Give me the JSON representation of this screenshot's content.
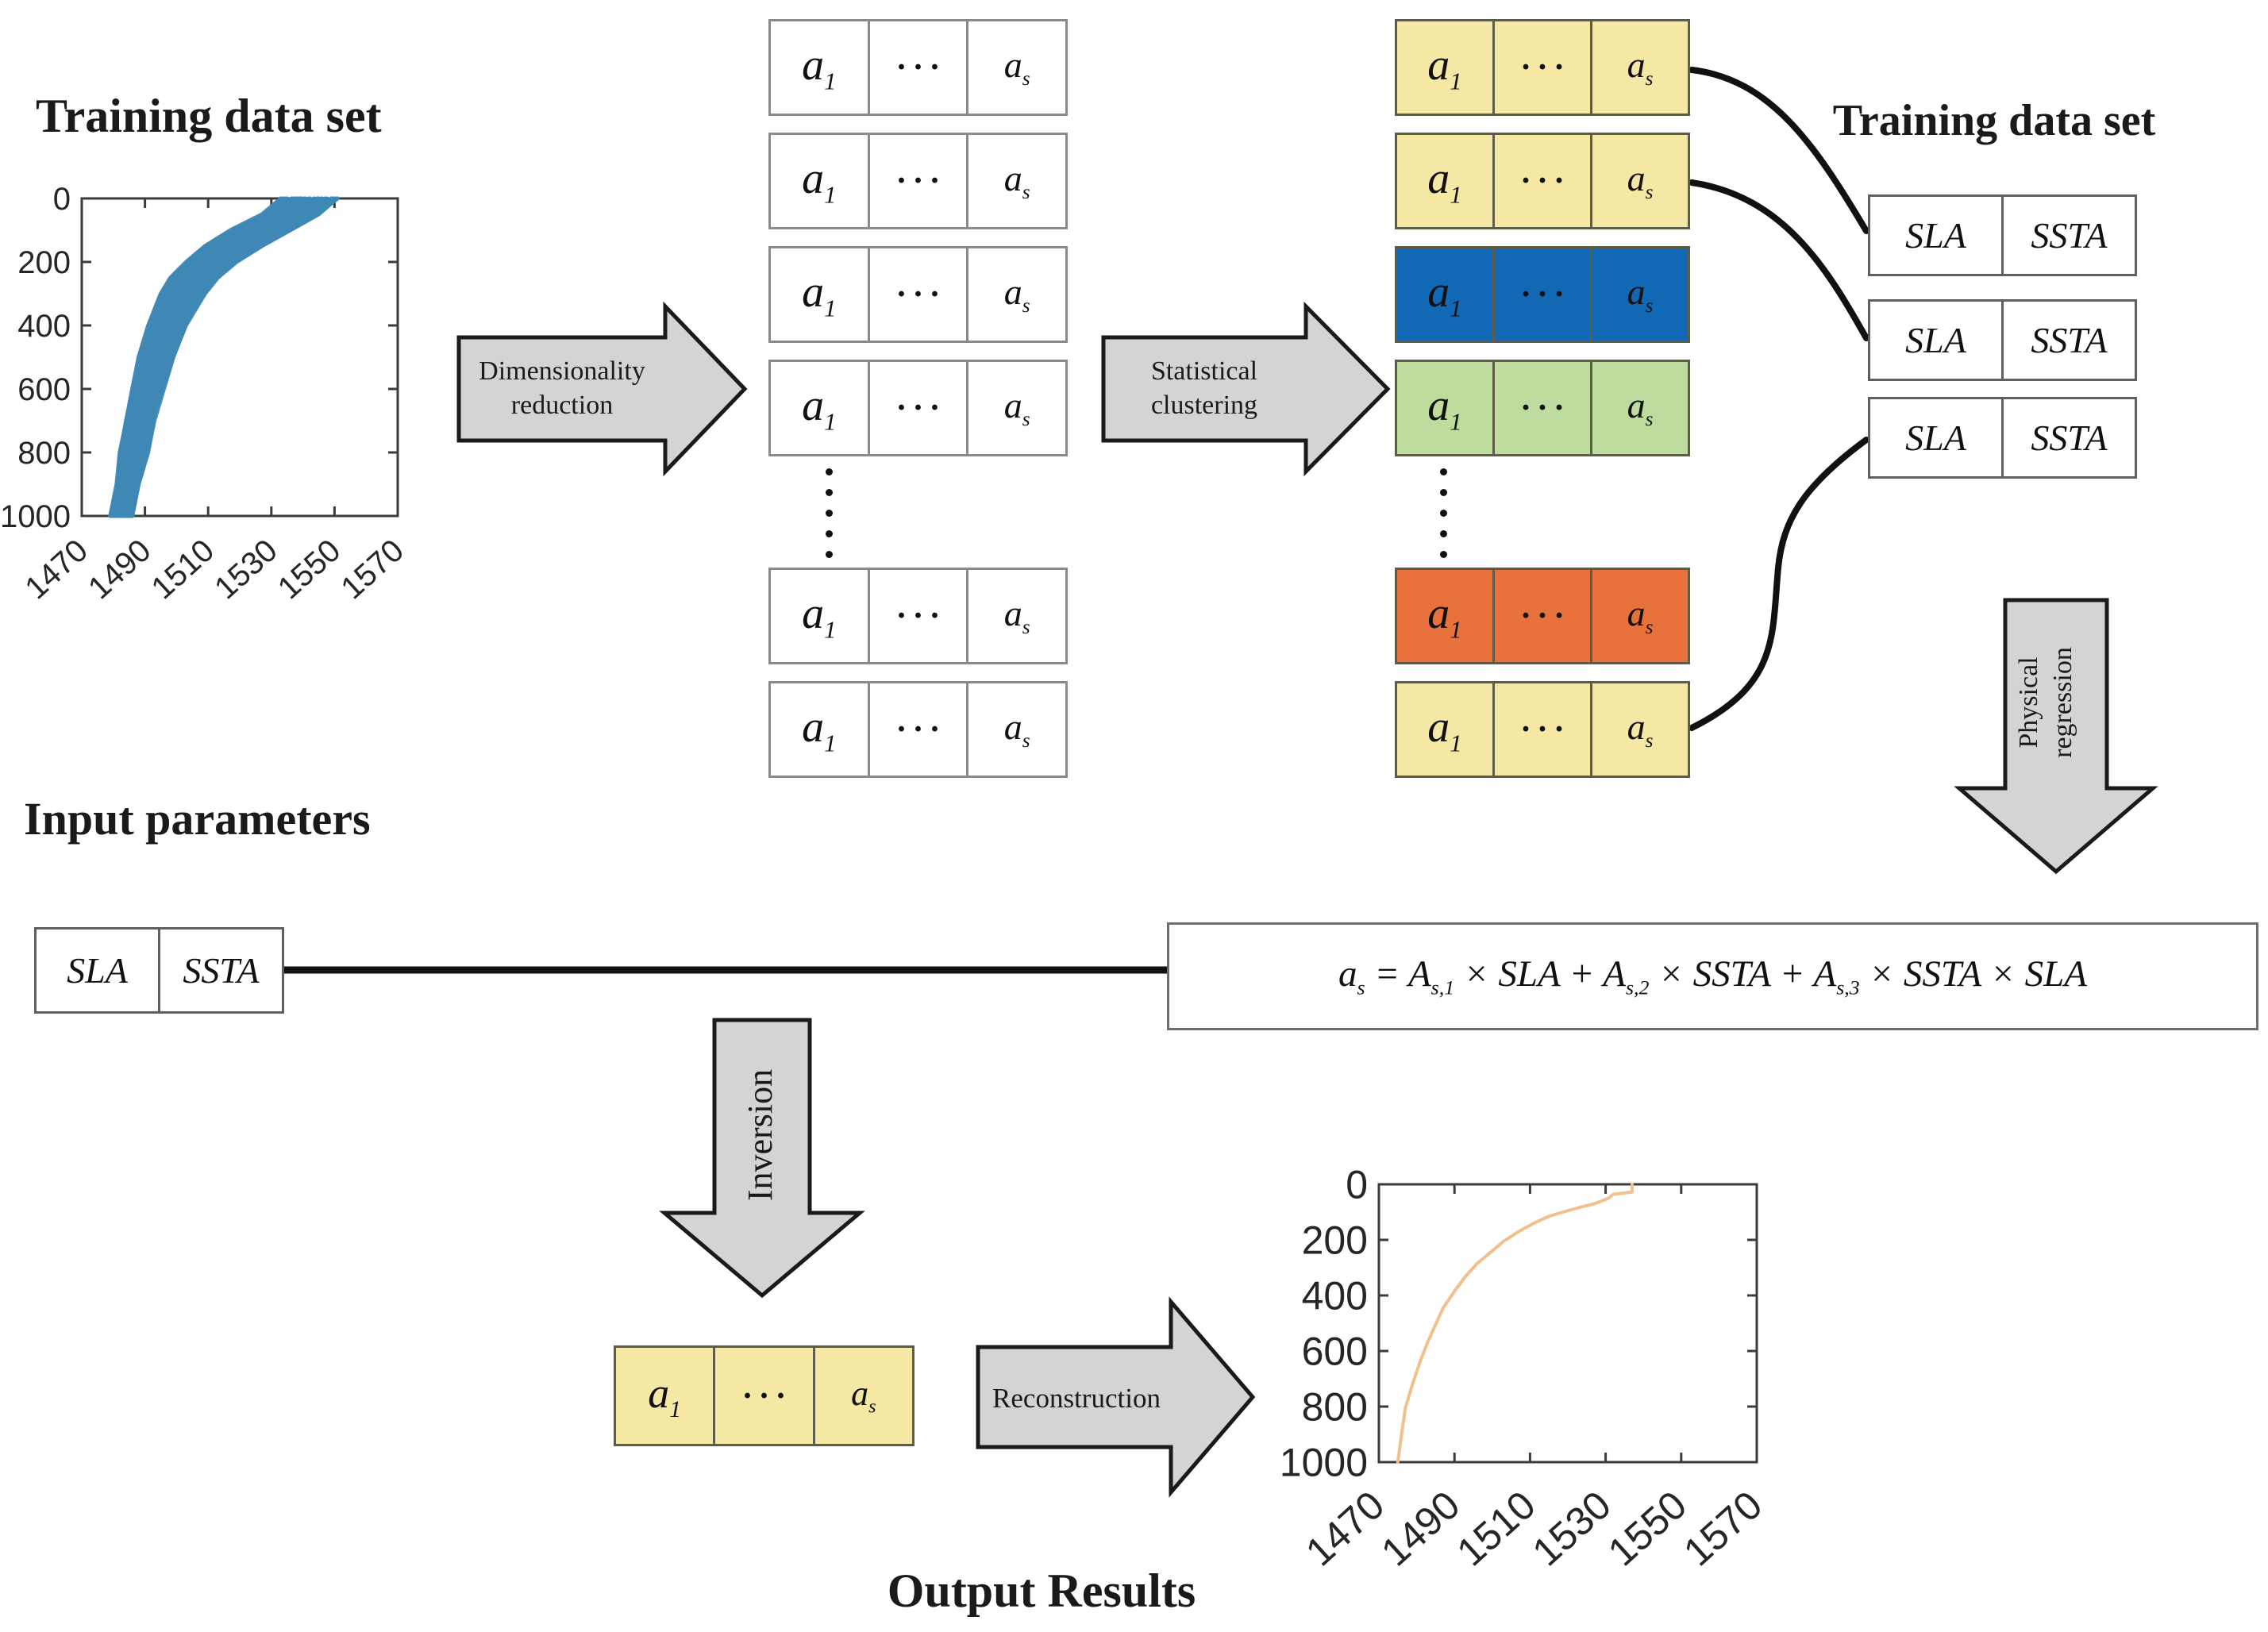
{
  "figure": {
    "training_left_title": "Training data set",
    "training_right_title": "Training data set",
    "input_parameters_title": "Input parameters",
    "output_results_title": "Output Results"
  },
  "arrows": {
    "dimensionality_reduction": {
      "line1": "Dimensionality",
      "line2": "reduction"
    },
    "statistical_clustering": {
      "line1": "Statistical",
      "line2": "clustering"
    },
    "physical_regression": {
      "line1": "Physical",
      "line2": "regression"
    },
    "inversion": {
      "label": "Inversion"
    },
    "reconstruction": {
      "label": "Reconstruction"
    }
  },
  "coefficient_cells": {
    "first_base": "a",
    "first_sub": "1",
    "middle": "···",
    "last_base": "a",
    "last_sub": "s"
  },
  "cluster_colors": {
    "yellow": "#F4E8A4",
    "blue": "#1168B4",
    "green": "#BDDC9E",
    "orange": "#E8713C",
    "white": "#FFFFFF"
  },
  "matrices": {
    "plain": {
      "rows_before_dots": [
        "white",
        "white",
        "white",
        "white"
      ],
      "rows_after_dots": [
        "white",
        "white"
      ]
    },
    "clustered": {
      "rows_before_dots": [
        "yellow",
        "yellow",
        "blue",
        "green"
      ],
      "rows_after_dots": [
        "orange",
        "yellow"
      ]
    },
    "inverted_row_color": "yellow"
  },
  "io_boxes": {
    "sla": "SLA",
    "ssta": "SSTA",
    "training_pair_count": 3
  },
  "equation": {
    "tokens": [
      {
        "t": "a",
        "sub": "s"
      },
      {
        "t": " = "
      },
      {
        "t": "A",
        "sub": "s,1"
      },
      {
        "t": " × "
      },
      {
        "t": "SLA"
      },
      {
        "t": " + "
      },
      {
        "t": "A",
        "sub": "s,2"
      },
      {
        "t": " × "
      },
      {
        "t": "SSTA"
      },
      {
        "t": " + "
      },
      {
        "t": "A",
        "sub": "s,3"
      },
      {
        "t": " × "
      },
      {
        "t": "SSTA"
      },
      {
        "t": " × "
      },
      {
        "t": "SLA"
      }
    ]
  },
  "chart_data": [
    {
      "id": "training-profiles",
      "type": "line",
      "title": "Training data set",
      "xlabel": "",
      "ylabel": "",
      "xlim": [
        1470,
        1570
      ],
      "ylim": [
        0,
        1000
      ],
      "y_axis_inverted": true,
      "xticks": [
        1470,
        1490,
        1510,
        1530,
        1550,
        1570
      ],
      "yticks": [
        0,
        200,
        400,
        600,
        800,
        1000
      ],
      "grid": false,
      "legend": "none",
      "line_color": "#3F88B5",
      "n_profiles": 40,
      "profile_bundle": {
        "depths": [
          0,
          50,
          100,
          150,
          200,
          250,
          300,
          350,
          400,
          500,
          600,
          700,
          800,
          900,
          1000
        ],
        "speed_min": [
          1533,
          1527,
          1517,
          1509,
          1503,
          1498,
          1495,
          1493,
          1491,
          1488,
          1486,
          1484,
          1482,
          1481,
          1479
        ],
        "speed_max": [
          1551,
          1545,
          1536,
          1527,
          1519,
          1513,
          1509,
          1506,
          1503,
          1499,
          1496,
          1493,
          1491,
          1488,
          1486
        ]
      }
    },
    {
      "id": "reconstructed-profile",
      "type": "line",
      "title": "Output Results",
      "xlabel": "",
      "ylabel": "",
      "xlim": [
        1470,
        1570
      ],
      "ylim": [
        0,
        1000
      ],
      "y_axis_inverted": true,
      "xticks": [
        1470,
        1490,
        1510,
        1530,
        1550,
        1570
      ],
      "yticks": [
        0,
        200,
        400,
        600,
        800,
        1000
      ],
      "grid": false,
      "legend": "none",
      "line_color": "#F2C08C",
      "series": [
        {
          "name": "reconstructed profile",
          "depths": [
            0,
            28,
            36,
            48,
            60,
            70,
            80,
            95,
            115,
            140,
            170,
            205,
            240,
            285,
            330,
            385,
            445,
            505,
            565,
            635,
            715,
            805,
            900,
            1000
          ],
          "values": [
            1537,
            1537,
            1532,
            1531,
            1529,
            1527,
            1524,
            1520,
            1515,
            1511,
            1507,
            1503,
            1500,
            1496,
            1493,
            1490,
            1487,
            1485,
            1483,
            1481,
            1479,
            1477,
            1476,
            1475
          ]
        }
      ]
    }
  ]
}
